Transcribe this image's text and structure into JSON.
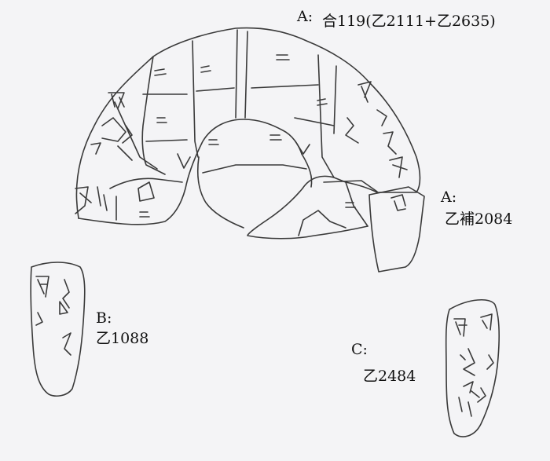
{
  "background": "#f4f4f6",
  "ink": "#3a3a3a",
  "labels": {
    "a_main_key": "A:",
    "a_main_caption": "合119(乙2111+乙2635)",
    "a_sup_key": "A:",
    "a_sup_caption": "乙補2084",
    "b_key": "B:",
    "b_caption": "乙1088",
    "c_key": "C:",
    "c_caption": "乙2484"
  }
}
